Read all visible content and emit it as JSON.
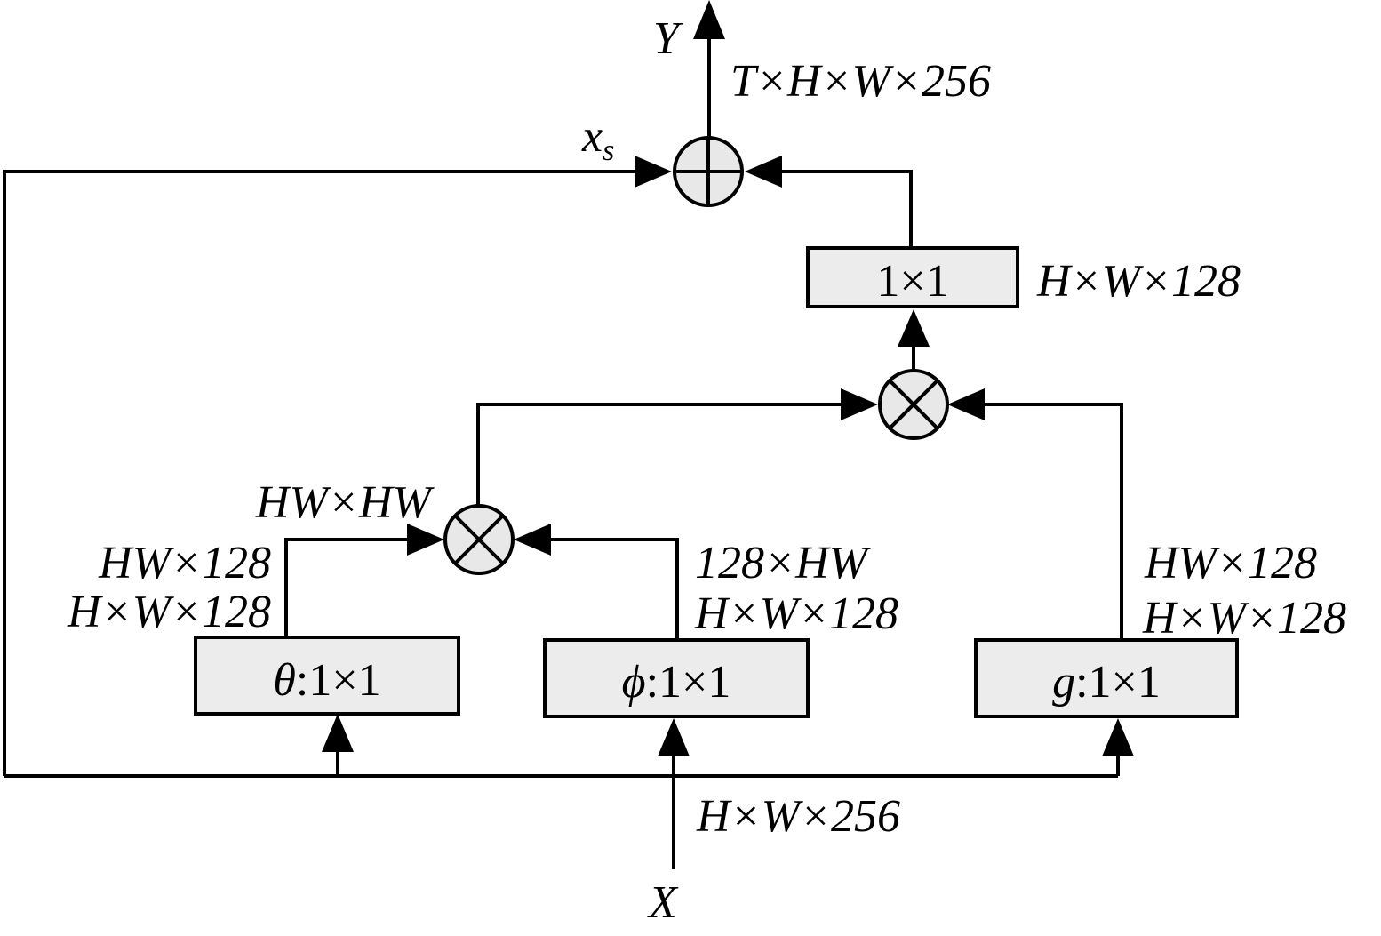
{
  "nodes": {
    "theta": {
      "symbol": "θ",
      "label": ":1×1"
    },
    "phi": {
      "symbol": "ϕ",
      "label": ":1×1"
    },
    "g": {
      "symbol": "g",
      "label": ":1×1"
    },
    "out": {
      "label": "1×1"
    }
  },
  "labels": {
    "input": "X",
    "output": "Y",
    "input_shape": "H×W×256",
    "output_shape": "T×H×W×256",
    "skip": {
      "base": "x",
      "sub": "s"
    },
    "theta_shape_1": "HW×128",
    "theta_shape_2": "H×W×128",
    "phi_shape_1": "128×HW",
    "phi_shape_2": "H×W×128",
    "g_shape_1": "HW×128",
    "g_shape_2": "H×W×128",
    "attn_shape": "HW×HW",
    "out_shape": "H×W×128"
  }
}
